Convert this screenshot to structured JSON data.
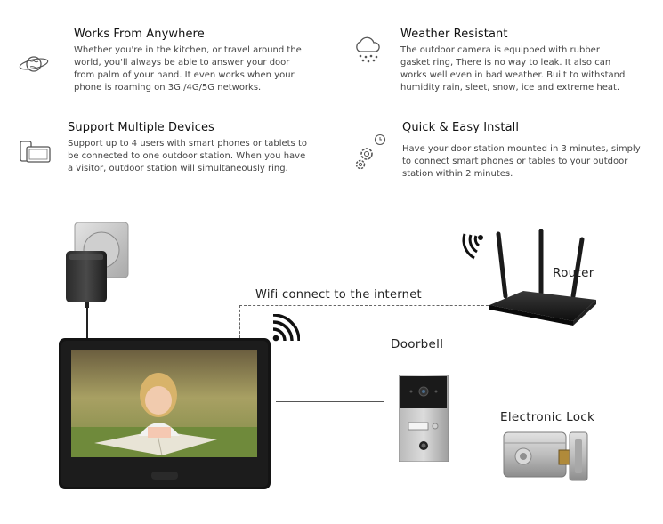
{
  "features": [
    {
      "title": "Works From Anywhere",
      "lines": [
        "Whether you're in the kitchen, or travel around the",
        "world, you'll always be able to answer your door",
        "from palm of your hand. It even works when your",
        "phone is roaming on 3G./4G/5G networks."
      ],
      "icon": "globe-icon"
    },
    {
      "title": "Weather Resistant",
      "lines": [
        "The outdoor camera is equipped with rubber",
        "gasket ring, There is no way to leak. It also can",
        "works well even in bad weather. Built to withstand",
        "humidity rain, sleet, snow, ice and extreme heat."
      ],
      "icon": "cloud-rain-icon"
    },
    {
      "title": "Support Multiple Devices",
      "lines": [
        "Support up to 4 users with smart phones or tablets to",
        "be connected to one outdoor station. When you have",
        "a visitor, outdoor station will simultaneously ring."
      ],
      "icon": "devices-icon"
    },
    {
      "title": "Quick & Easy Install",
      "lines": [
        "Have your door station mounted in 3 minutes, simply",
        "to connect smart phones or tables to your outdoor",
        "station within 2 minutes."
      ],
      "icon": "gear-clock-icon"
    }
  ],
  "diagram": {
    "wifi_label": "Wifi connect to the internet",
    "router_label": "Router",
    "doorbell_label": "Doorbell",
    "lock_label": "Electronic Lock"
  }
}
